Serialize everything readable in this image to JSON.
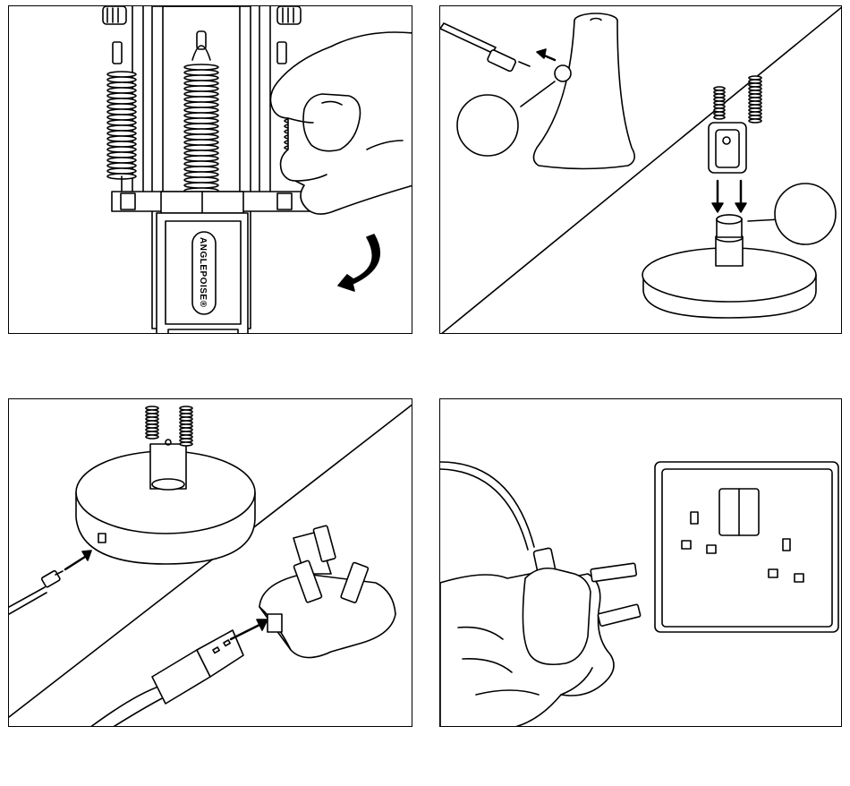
{
  "brand": {
    "logo_text": "ANGLEPOISE®"
  },
  "panels": [
    {
      "id": "panel-1",
      "subject": "spring-release"
    },
    {
      "id": "panel-2",
      "subject": "attach-lamp-to-base"
    },
    {
      "id": "panel-3",
      "subject": "connect-usb-cable"
    },
    {
      "id": "panel-4",
      "subject": "plug-into-wall-socket"
    }
  ],
  "colors": {
    "line": "#000000",
    "fill": "#ffffff"
  }
}
